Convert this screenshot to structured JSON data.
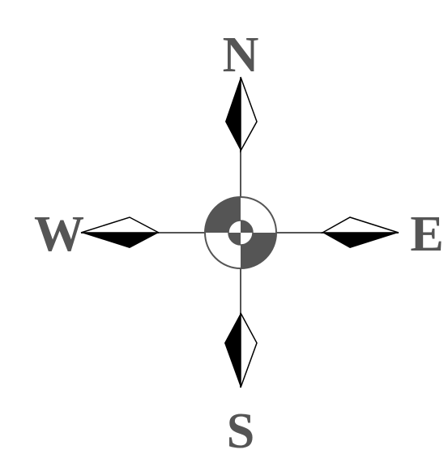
{
  "labels": {
    "north": "N",
    "east": "E",
    "south": "S",
    "west": "W"
  },
  "colors": {
    "label": "#555555",
    "line": "#555555",
    "needle_dark": "#000000",
    "needle_light": "#ffffff",
    "center_ring": "#555555"
  }
}
